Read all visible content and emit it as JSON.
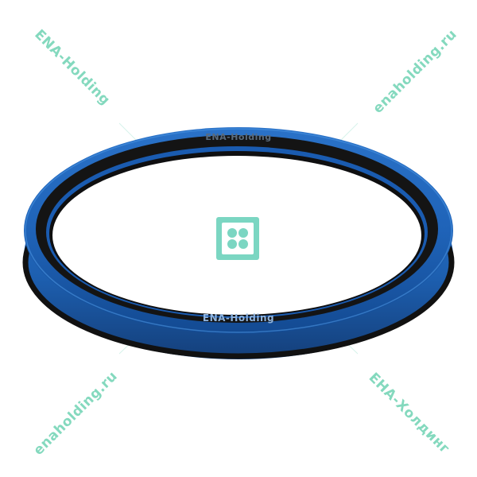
{
  "photo": {
    "subject": "ring-seal",
    "colors": {
      "background": "#ffffff",
      "seal_blue": "#1f63b8",
      "seal_blue_dark": "#123f7c",
      "seal_blue_light": "#3b86d8",
      "rubber_black": "#141414",
      "watermark": "#6fd3b3"
    }
  },
  "seal_labels": {
    "top": "ENA-Holding",
    "front": "ENA-Holding"
  },
  "watermarks": {
    "top_left": "ENA-Holding",
    "top_right": "enaholding.ru",
    "bottom_left": "enaholding.ru",
    "bottom_right": "ЕНА-Холдинг"
  },
  "center_logo": {
    "icon": "four-petal-logo-icon"
  }
}
